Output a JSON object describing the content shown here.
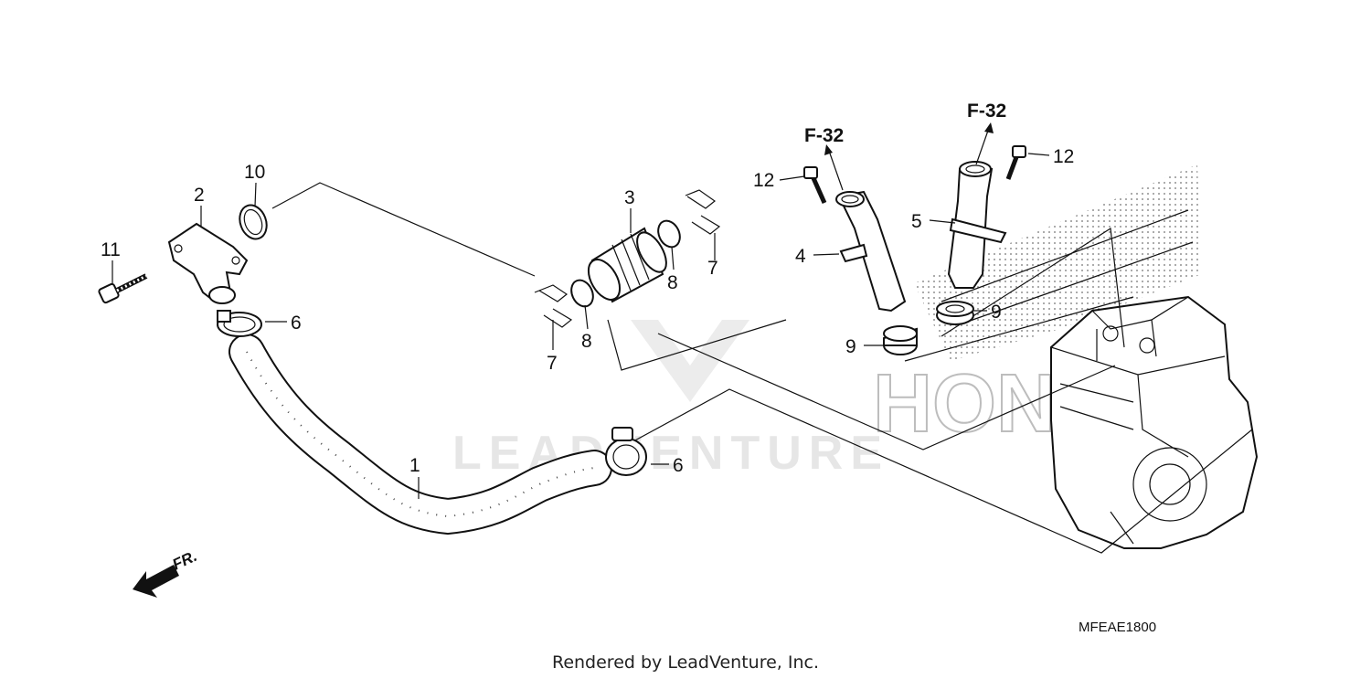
{
  "callouts": {
    "c1": "1",
    "c2": "2",
    "c3": "3",
    "c4": "4",
    "c5": "5",
    "c6a": "6",
    "c6b": "6",
    "c7a": "7",
    "c7b": "7",
    "c8a": "8",
    "c8b": "8",
    "c9a": "9",
    "c9b": "9",
    "c10": "10",
    "c11": "11",
    "c12a": "12",
    "c12b": "12"
  },
  "refs": {
    "left": "F-32",
    "right": "F-32"
  },
  "diagram_code": "MFEAE1800",
  "front_label": "FR.",
  "watermark": "LEADVENTURE",
  "brand_mark": "HONDA",
  "credit": "Rendered by LeadVenture, Inc.",
  "colors": {
    "ink": "#111111",
    "watermark": "#e6e6e6",
    "brand_outline": "#bdbdbd"
  }
}
